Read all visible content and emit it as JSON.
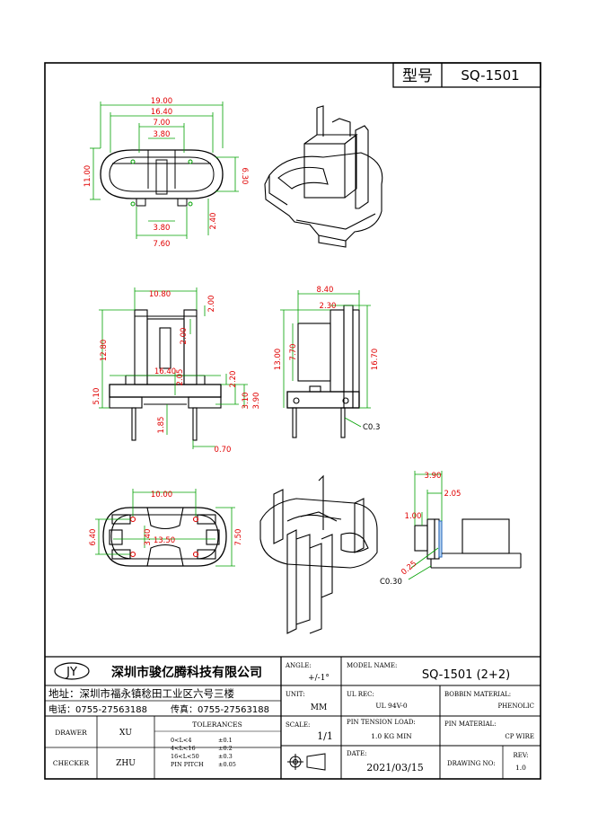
{
  "header": {
    "model_label": "型号",
    "model_value": "SQ-1501"
  },
  "company": {
    "logo": "JY",
    "name": "深圳市骏亿腾科技有限公司",
    "address": "地址：深圳市福永镇稔田工业区六号三楼",
    "phone": "电话：0755-27563188",
    "fax": "传真：0755-27563188"
  },
  "title_block": {
    "angle_label": "ANGLE:",
    "angle_value": "+/-1°",
    "model_name_label": "MODEL NAME:",
    "model_name_value": "SQ-1501 (2+2)",
    "unit_label": "UNIT:",
    "unit_value": "MM",
    "ul_label": "UL REC:",
    "ul_value": "UL 94V-0",
    "bobbin_label": "BOBBIN MATERIAL:",
    "bobbin_value": "PHENOLIC",
    "scale_label": "SCALE:",
    "scale_value": "1/1",
    "pin_tension_label": "PIN TENSION LOAD:",
    "pin_tension_value": "1.0 KG MIN",
    "pin_material_label": "PIN MATERIAL:",
    "pin_material_value": "CP WIRE",
    "drawer_label": "DRAWER",
    "drawer_value": "XU",
    "checker_label": "CHECKER",
    "checker_value": "ZHU",
    "tolerances_label": "TOLERANCES",
    "tolerances": [
      {
        "range": "0<L<4",
        "tol": "±0.1"
      },
      {
        "range": "4<L<16",
        "tol": "±0.2"
      },
      {
        "range": "16<L<50",
        "tol": "±0.3"
      },
      {
        "range": "PIN PITCH",
        "tol": "±0.05"
      }
    ],
    "date_label": "DATE:",
    "date_value": "2021/03/15",
    "drawing_no_label": "DRAWING NO:",
    "rev_label": "REV:",
    "rev_value": "1.0"
  },
  "dimensions": {
    "top": [
      "19.00",
      "16.40",
      "7.00",
      "3.80",
      "11.00",
      "6.30",
      "3.80",
      "2.40",
      "7.60"
    ],
    "front": [
      "10.80",
      "2.00",
      "2.00",
      "12.80",
      "16.40",
      "2.05",
      "2.20",
      "5.10",
      "3.10",
      "3.90",
      "1.85",
      "0.70"
    ],
    "side": [
      "8.40",
      "2.30",
      "7.70",
      "13.00",
      "16.70",
      "C0.3"
    ],
    "bottom": [
      "10.00",
      "6.40",
      "3.40",
      "13.50",
      "7.50"
    ],
    "detail": [
      "3.90",
      "2.05",
      "1.00",
      "0.25",
      "C0.30"
    ]
  }
}
